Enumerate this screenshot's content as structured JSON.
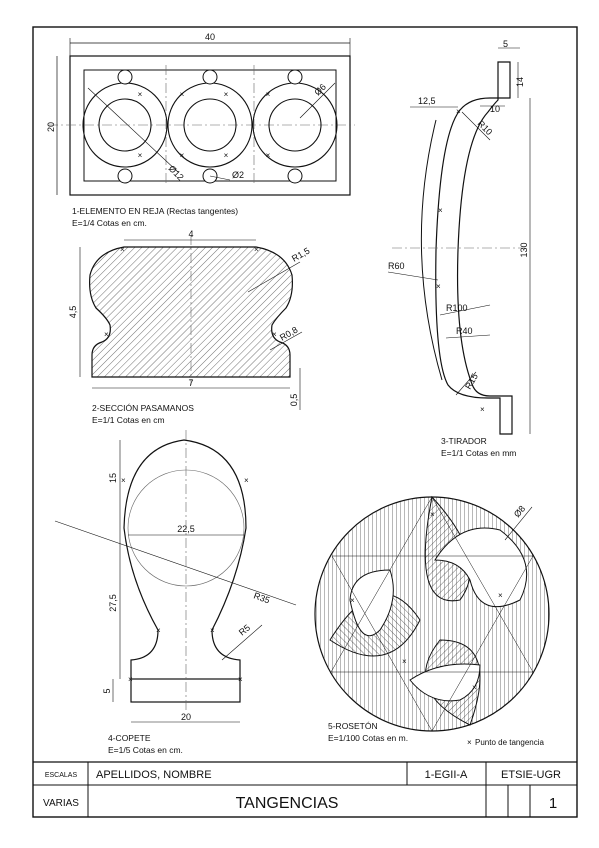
{
  "drawings": {
    "reja": {
      "title": "1-ELEMENTO EN REJA (Rectas tangentes)",
      "scale": "E=1/4  Cotas en cm.",
      "dim_width": "40",
      "dim_height": "20",
      "dim_d6": "Ø6",
      "dim_d12": "Ø12",
      "dim_d2": "Ø2"
    },
    "pasamanos": {
      "title": "2-SECCIÓN PASAMANOS",
      "scale": "E=1/1   Cotas en cm",
      "dim_top": "4",
      "dim_bottom": "7",
      "dim_height": "4,5",
      "dim_r1": "R1,5",
      "dim_r2": "R0,8",
      "dim_base": "0,5"
    },
    "tirador": {
      "title": "3-TIRADOR",
      "scale": "E=1/1   Cotas en mm",
      "dim_5": "5",
      "dim_14": "14",
      "dim_10": "10",
      "dim_12_5": "12,5",
      "dim_r10": "R10",
      "dim_130": "130",
      "dim_r60": "R60",
      "dim_r100": "R100",
      "dim_r40": "R40",
      "dim_r15": "R15"
    },
    "copete": {
      "title": "4-COPETE",
      "scale": "E=1/5  Cotas en cm.",
      "dim_15": "15",
      "dim_22_5": "22,5",
      "dim_27_5": "27,5",
      "dim_r35": "R35",
      "dim_r5": "R5",
      "dim_5": "5",
      "dim_20": "20"
    },
    "roseton": {
      "title": "5-ROSETÓN",
      "scale": "E=1/100  Cotas en m.",
      "dim_d8": "Ø8"
    }
  },
  "legend": {
    "mark": "×",
    "text": "Punto de tangencia"
  },
  "title_block": {
    "row1_label": "ESCALAS",
    "row1_name": "APELLIDOS, NOMBRE",
    "row1_group": "1-EGII-A",
    "row1_school": "ETSIE-UGR",
    "row2_label": "VARIAS",
    "row2_title": "TANGENCIAS",
    "row2_sheet": "1"
  },
  "colors": {
    "ink": "#111111",
    "paper": "#ffffff"
  }
}
